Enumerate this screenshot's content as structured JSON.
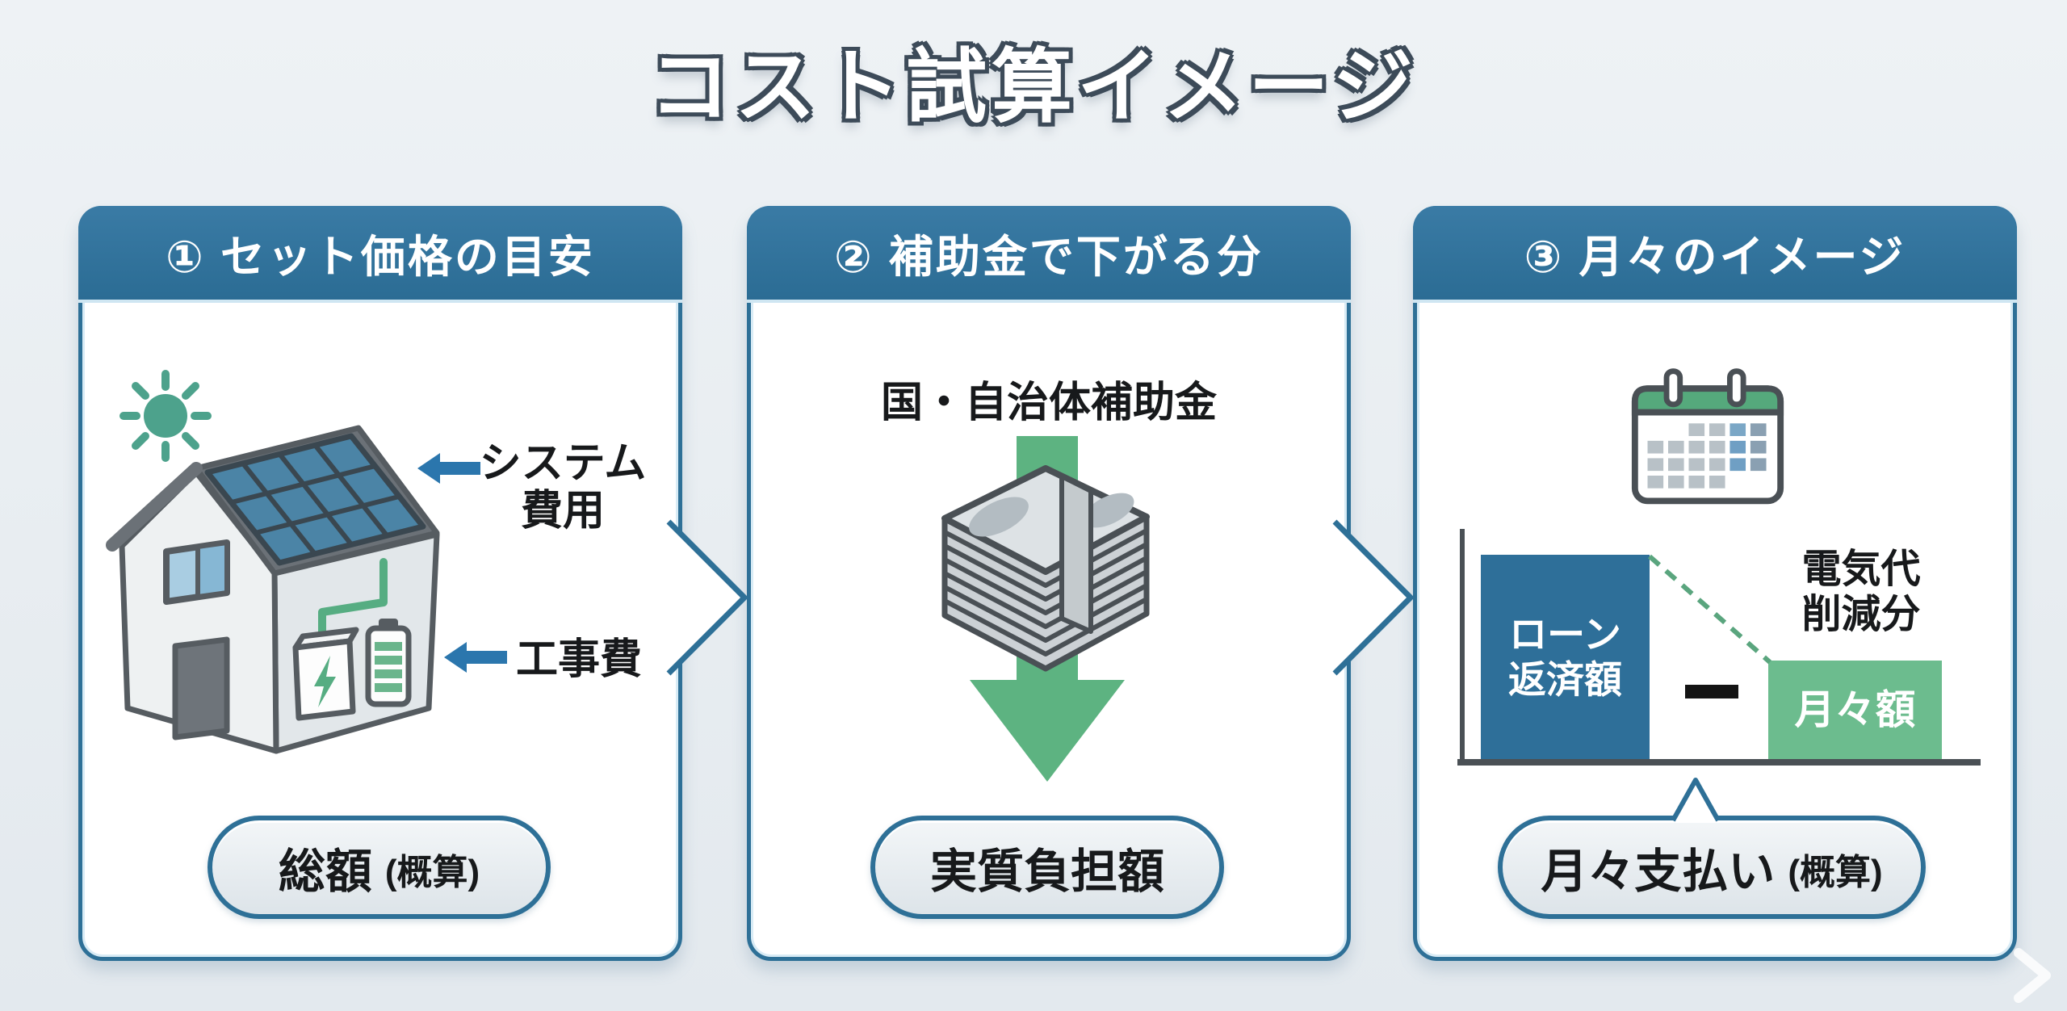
{
  "title": "コスト試算イメージ",
  "colors": {
    "background": "#e9edf1",
    "panel_blue": "#2e7097",
    "accent_arrow_blue": "#2b76ad",
    "bar_blue": "#2e6f99",
    "green": "#57ab7e",
    "bar_green": "#6cbc8e",
    "axis_gray": "#4a5055",
    "badge_background": "#e9eef1",
    "text_dark": "#17191b",
    "text_white": "#ffffff"
  },
  "panels": [
    {
      "header": "① セット価格の目安",
      "system_cost_label": "システム\n費用",
      "construction_cost_label": "工事費",
      "badge_main": "総額",
      "badge_sub": "(概算)",
      "icons": [
        "sun-icon",
        "solar-house-icon",
        "left-arrow-icon"
      ]
    },
    {
      "header": "② 補助金で下がる分",
      "subsidy_label": "国・自治体補助金",
      "badge_main": "実質負担額",
      "icons": [
        "money-stack-icon",
        "down-arrow-icon"
      ]
    },
    {
      "header": "③ 月々のイメージ",
      "loan_bar_label": "ローン\n返済額",
      "savings_label": "電気代\n削減分",
      "monthly_bar_label": "月々額",
      "badge_main": "月々支払い",
      "badge_sub": "(概算)",
      "icons": [
        "calendar-icon",
        "up-pointer-icon"
      ]
    }
  ],
  "chart_data": {
    "type": "bar",
    "title": "月々のイメージ",
    "categories": [
      "ローン返済額",
      "月々額"
    ],
    "values": [
      100,
      48
    ],
    "units": "relative bar height (no numeric axis shown)",
    "annotations": [
      "−",
      "電気代削減分"
    ],
    "series_colors": [
      "#2e6f99",
      "#6cbc8e"
    ],
    "grid": false,
    "legend": false
  }
}
